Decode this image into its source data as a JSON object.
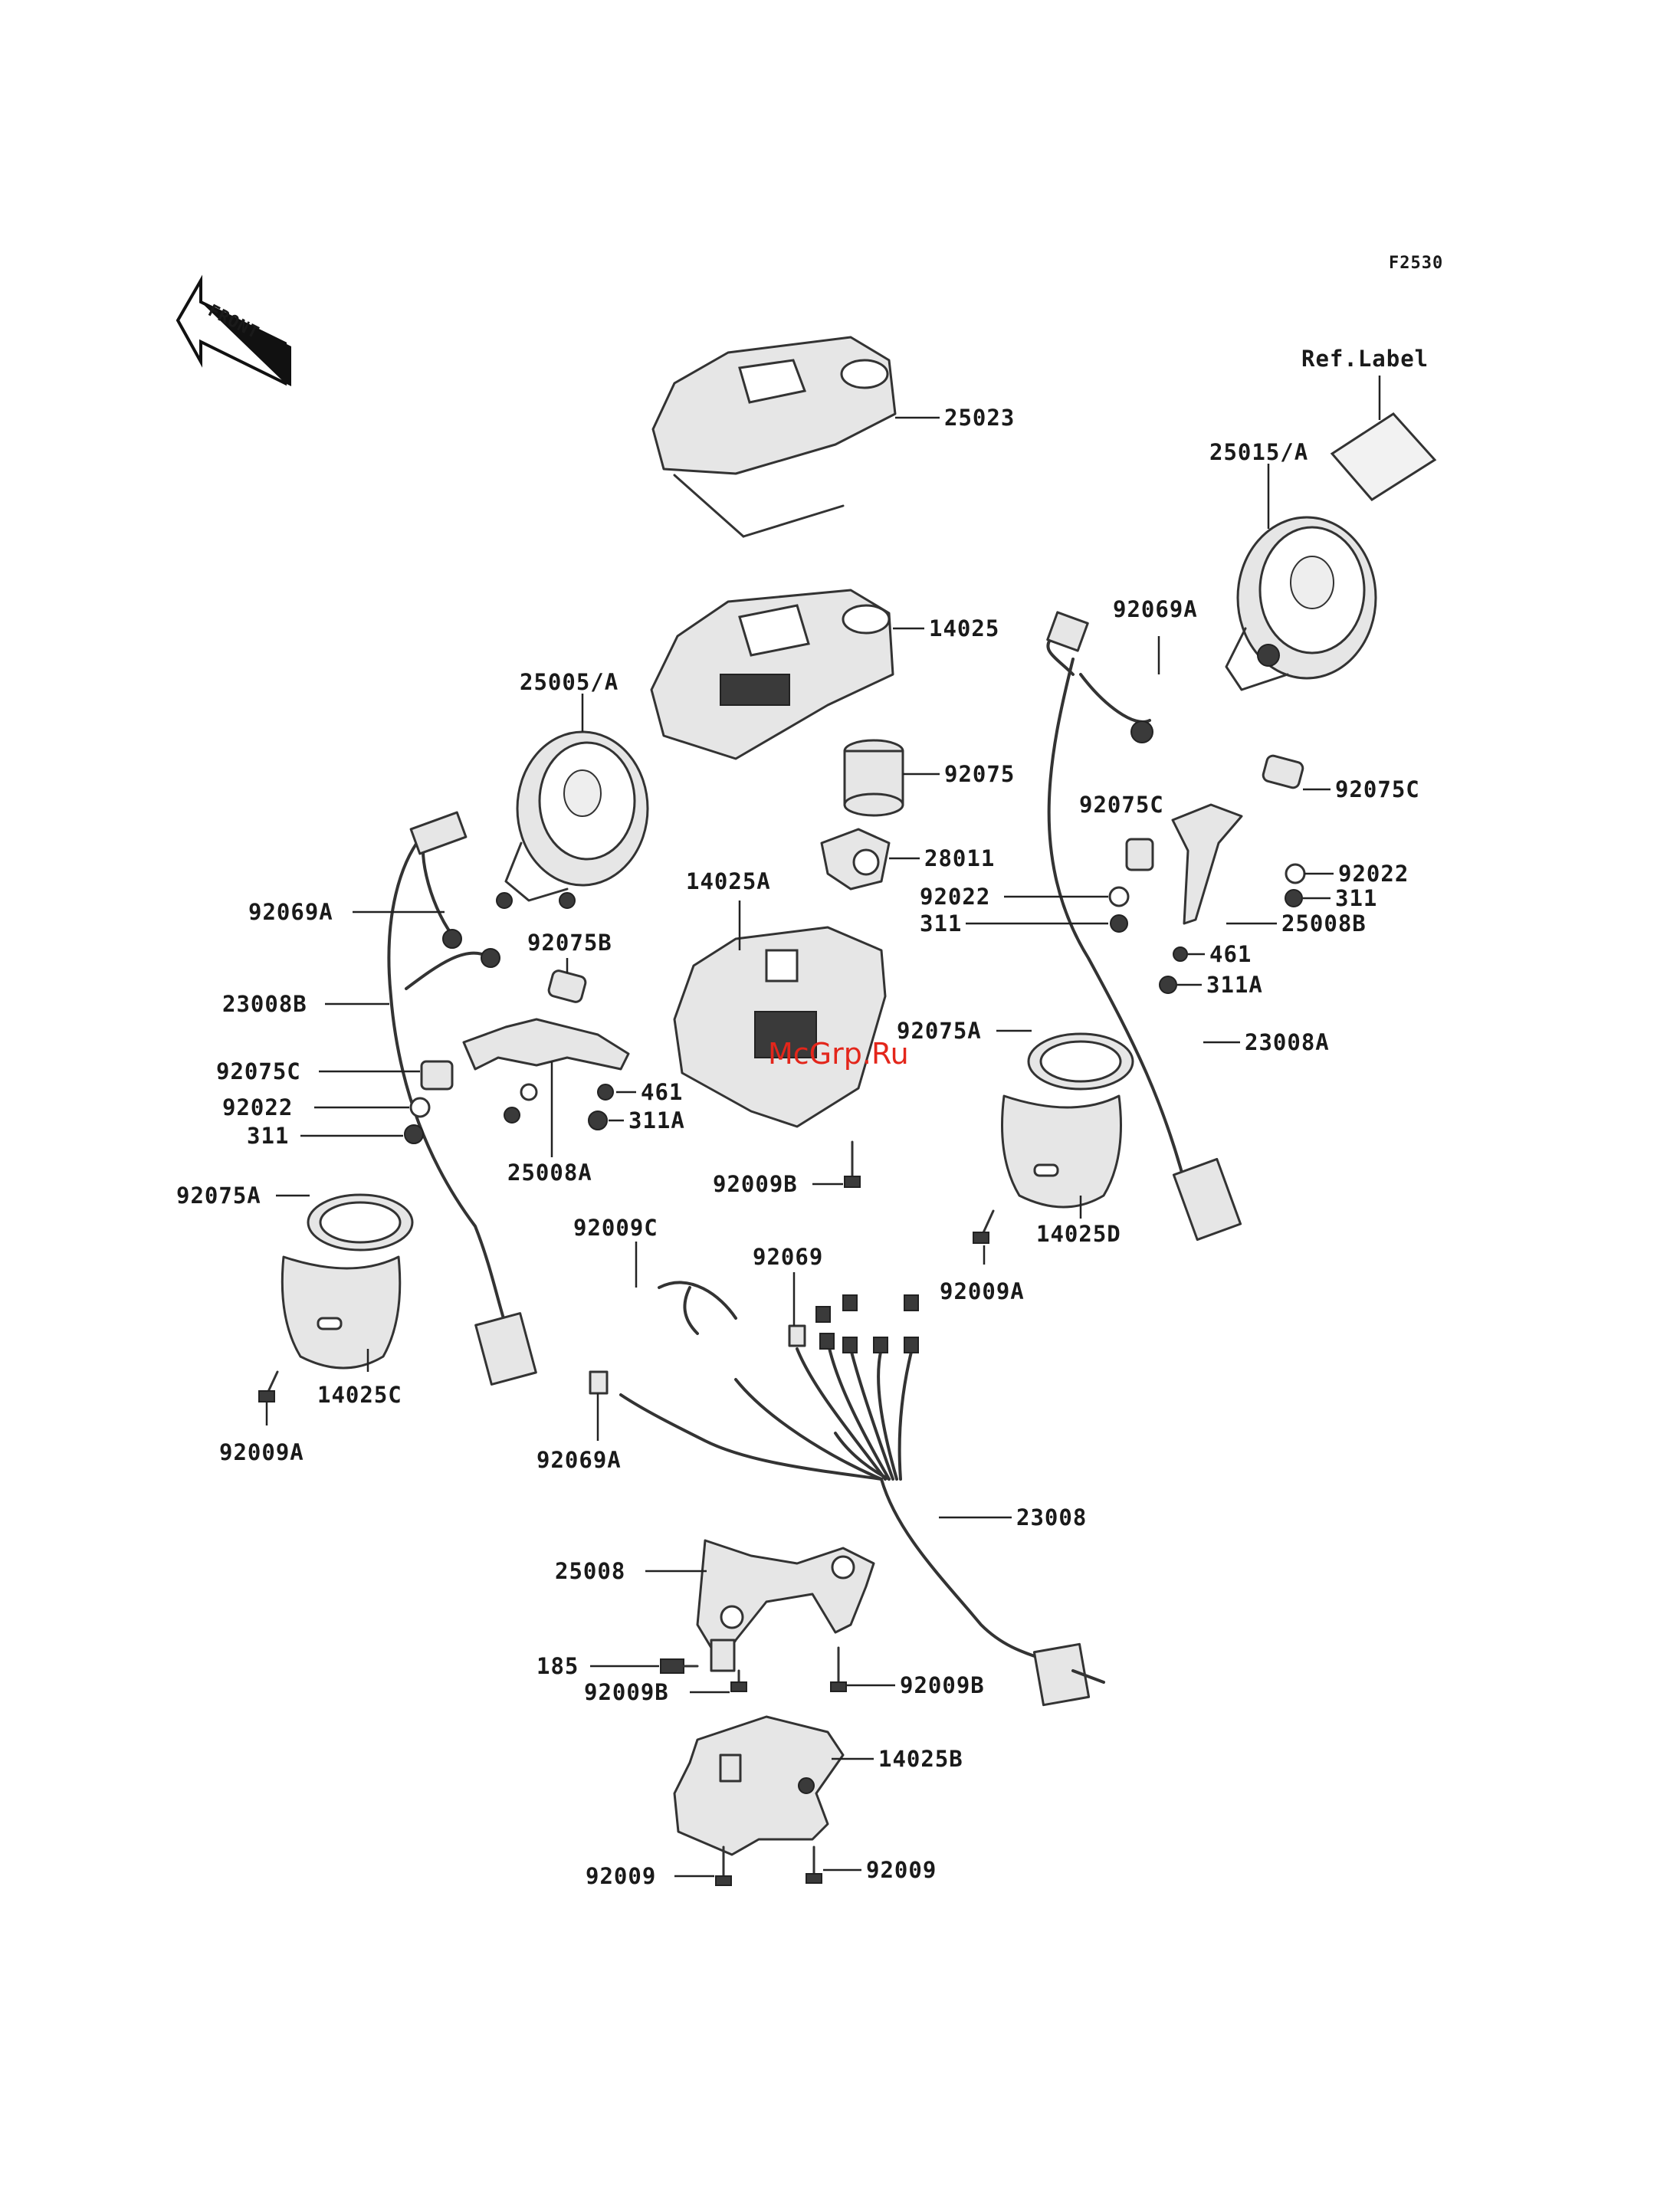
{
  "figure_code": "F2530",
  "front_label": "FRONT",
  "ref_label": "Ref.Label",
  "watermark": "McGrp.Ru",
  "parts": {
    "p25023": "25023",
    "p14025": "14025",
    "p25015A": "25015/A",
    "p25005A": "25005/A",
    "p92069A_r": "92069A",
    "p92075": "92075",
    "p92075C_r": "92075C",
    "p28011": "28011",
    "p92022_r": "92022",
    "p14025A": "14025A",
    "p92022_m": "92022",
    "p311_m": "311",
    "p311_r": "311",
    "p25008B": "25008B",
    "p461_r": "461",
    "p311A_r": "311A",
    "p92075C_r2": "92075C",
    "p92069A_l": "92069A",
    "p92075B": "92075B",
    "p23008B": "23008B",
    "p92075A_m": "92075A",
    "p23008A": "23008A",
    "p92075C_l": "92075C",
    "p461_l": "461",
    "p92022_l": "92022",
    "p311_l": "311",
    "p311A_l": "311A",
    "p25008A": "25008A",
    "p92009B_m": "92009B",
    "p14025D": "14025D",
    "p92075A_l": "92075A",
    "p92009C": "92009C",
    "p92069": "92069",
    "p92009A_r": "92009A",
    "p14025C": "14025C",
    "p92009A_l": "92009A",
    "p92069A_b": "92069A",
    "p23008": "23008",
    "p25008": "25008",
    "p185": "185",
    "p92009B_b": "92009B",
    "p92009B_bl": "92009B",
    "p14025B": "14025B",
    "p92009_l": "92009",
    "p92009_r": "92009"
  }
}
